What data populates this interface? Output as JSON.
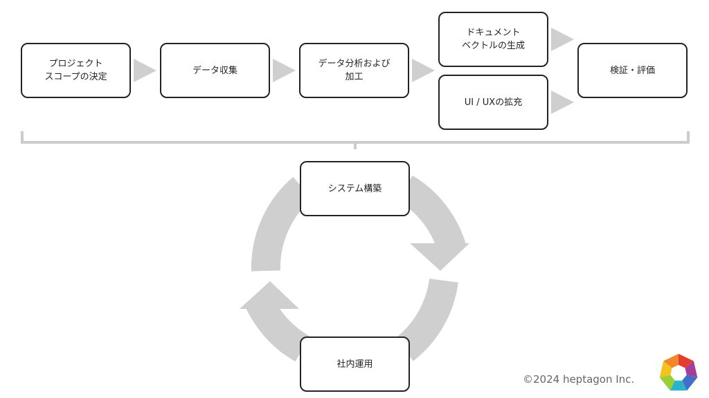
{
  "flow": {
    "steps": [
      {
        "label": "プロジェクト\nスコープの決定"
      },
      {
        "label": "データ収集"
      },
      {
        "label": "データ分析および\n加工"
      },
      {
        "label": "ドキュメント\nベクトルの生成"
      },
      {
        "label": "UI / UXの拡充"
      },
      {
        "label": "検証・評価"
      }
    ]
  },
  "cycle": {
    "top_label": "システム構築",
    "bottom_label": "社内運用"
  },
  "footer": {
    "copyright": "©2024 heptagon Inc."
  },
  "colors": {
    "arrow_gray": "#cfcfcf",
    "bracket_gray": "#cccccc",
    "box_border": "#222222",
    "logo_segments": [
      "#e43d2f",
      "#a63d99",
      "#3f6fc9",
      "#2bb3c7",
      "#9bcf3a",
      "#f4c21d",
      "#f2872a"
    ]
  }
}
